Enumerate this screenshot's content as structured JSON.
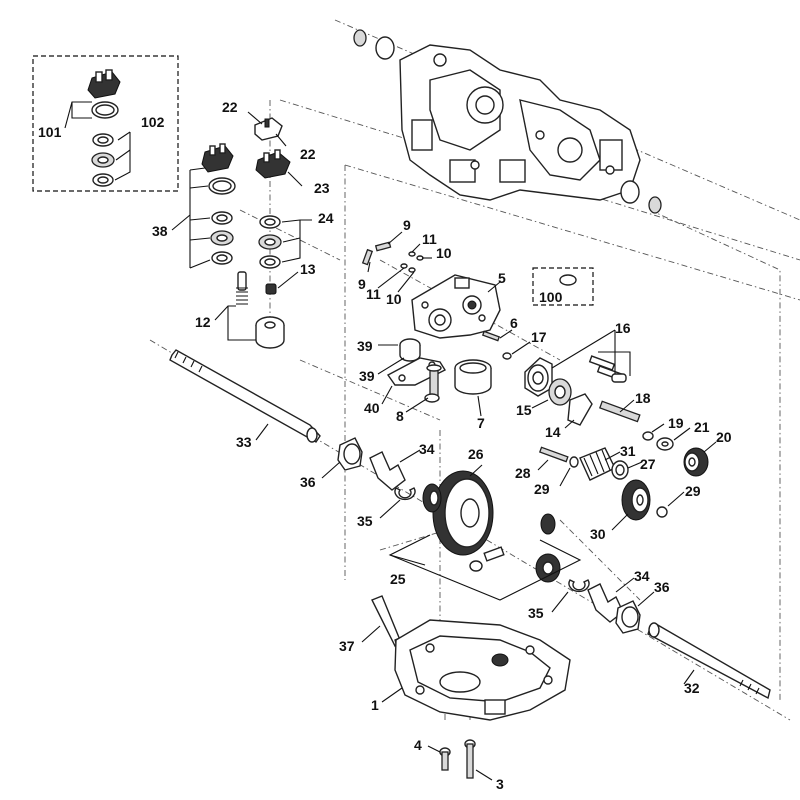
{
  "labels": [
    {
      "id": "101",
      "text": "101"
    },
    {
      "id": "102",
      "text": "102"
    },
    {
      "id": "22a",
      "text": "22"
    },
    {
      "id": "22b",
      "text": "22"
    },
    {
      "id": "23",
      "text": "23"
    },
    {
      "id": "38",
      "text": "38"
    },
    {
      "id": "24",
      "text": "24"
    },
    {
      "id": "13",
      "text": "13"
    },
    {
      "id": "12",
      "text": "12"
    },
    {
      "id": "9a",
      "text": "9"
    },
    {
      "id": "9b",
      "text": "9"
    },
    {
      "id": "11a",
      "text": "11"
    },
    {
      "id": "11b",
      "text": "11"
    },
    {
      "id": "10a",
      "text": "10"
    },
    {
      "id": "10b",
      "text": "10"
    },
    {
      "id": "5",
      "text": "5"
    },
    {
      "id": "100",
      "text": "100"
    },
    {
      "id": "6",
      "text": "6"
    },
    {
      "id": "17",
      "text": "17"
    },
    {
      "id": "16",
      "text": "16"
    },
    {
      "id": "39a",
      "text": "39"
    },
    {
      "id": "39b",
      "text": "39"
    },
    {
      "id": "40",
      "text": "40"
    },
    {
      "id": "8",
      "text": "8"
    },
    {
      "id": "7",
      "text": "7"
    },
    {
      "id": "15",
      "text": "15"
    },
    {
      "id": "18",
      "text": "18"
    },
    {
      "id": "14",
      "text": "14"
    },
    {
      "id": "19",
      "text": "19"
    },
    {
      "id": "21",
      "text": "21"
    },
    {
      "id": "20",
      "text": "20"
    },
    {
      "id": "33",
      "text": "33"
    },
    {
      "id": "34a",
      "text": "34"
    },
    {
      "id": "36a",
      "text": "36"
    },
    {
      "id": "26",
      "text": "26"
    },
    {
      "id": "28",
      "text": "28"
    },
    {
      "id": "31",
      "text": "31"
    },
    {
      "id": "27",
      "text": "27"
    },
    {
      "id": "29a",
      "text": "29"
    },
    {
      "id": "29b",
      "text": "29"
    },
    {
      "id": "35a",
      "text": "35"
    },
    {
      "id": "30",
      "text": "30"
    },
    {
      "id": "25",
      "text": "25"
    },
    {
      "id": "34b",
      "text": "34"
    },
    {
      "id": "36b",
      "text": "36"
    },
    {
      "id": "35b",
      "text": "35"
    },
    {
      "id": "37",
      "text": "37"
    },
    {
      "id": "32",
      "text": "32"
    },
    {
      "id": "1",
      "text": "1"
    },
    {
      "id": "4",
      "text": "4"
    },
    {
      "id": "3",
      "text": "3"
    }
  ]
}
